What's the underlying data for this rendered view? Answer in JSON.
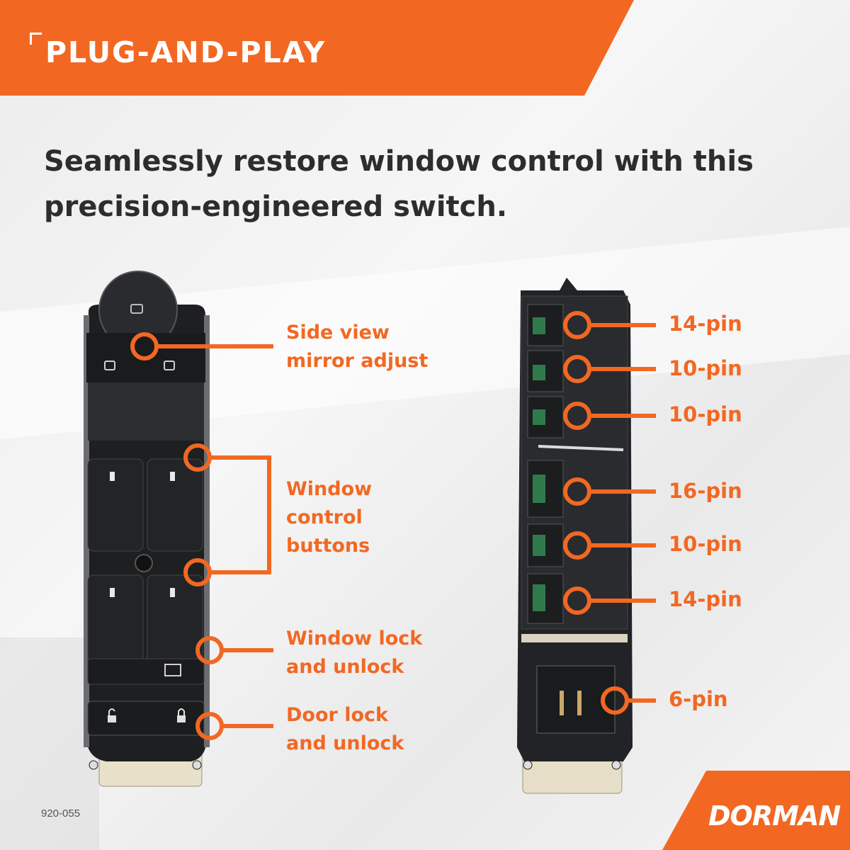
{
  "banner": {
    "title": "PLUG-AND-PLAY"
  },
  "headline": "Seamlessly restore window control with this precision-engineered switch.",
  "front_labels": {
    "mirror": "Side view\nmirror adjust",
    "window_controls": "Window\ncontrol\nbuttons",
    "window_lock": "Window lock\nand unlock",
    "door_lock": "Door lock\nand unlock"
  },
  "connectors": [
    {
      "label": "14-pin"
    },
    {
      "label": "10-pin"
    },
    {
      "label": "10-pin"
    },
    {
      "label": "16-pin"
    },
    {
      "label": "10-pin"
    },
    {
      "label": "14-pin"
    },
    {
      "label": "6-pin"
    }
  ],
  "part_number": "920-055",
  "brand": {
    "name": "DORMAN",
    "registered": "®"
  },
  "colors": {
    "accent": "#f26822",
    "headline": "#2b2d2f",
    "switch_body": "#1e1f21"
  }
}
